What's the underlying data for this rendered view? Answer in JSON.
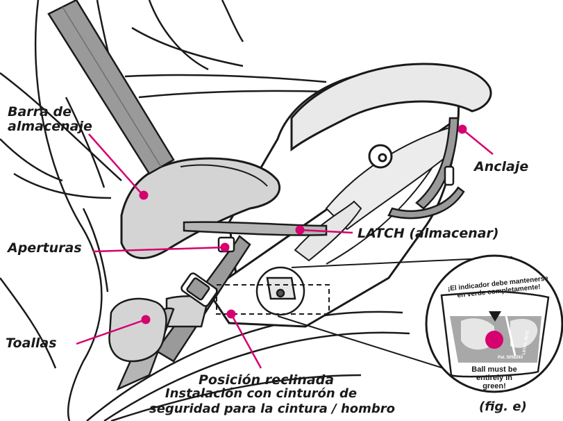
{
  "labels": {
    "storage_bar": [
      "Barra de",
      "almacenaje"
    ],
    "anchor": "Anclaje",
    "latch": "LATCH (almacenar)",
    "openings": "Aperturas",
    "towels": "Toallas",
    "recline": "Posición reclinada",
    "caption": [
      "Instalación con cinturón de",
      "seguridad para la cintura / hombro"
    ],
    "figure": "(fig. e)"
  },
  "indicator": {
    "top_text": [
      "¡El indicador debe mantenerse",
      "en verde completamente!"
    ],
    "bottom_text": [
      "Ball must be",
      "entirely in",
      "green!"
    ],
    "patent": "Pat. 5058283",
    "brand": "LEVEL-RITE"
  },
  "colors": {
    "callout": "#d6006f",
    "line": "#1a1a1a",
    "shade": "#d4d4d4",
    "belt": "#9a9a9a"
  }
}
